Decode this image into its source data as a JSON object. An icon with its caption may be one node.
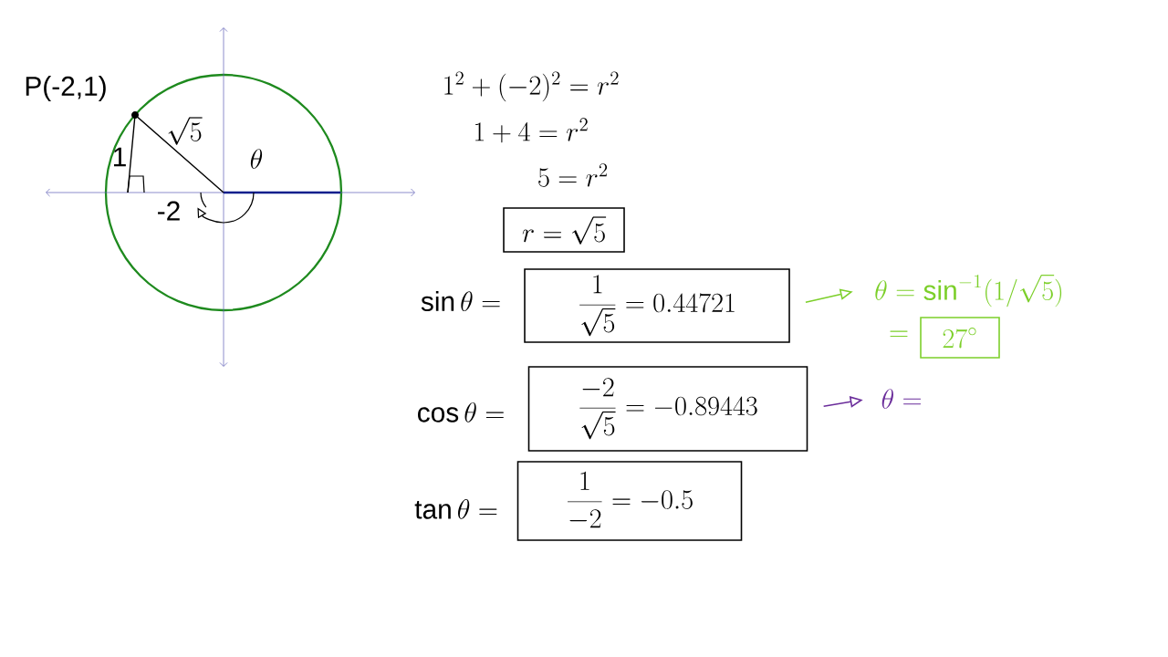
{
  "diagram": {
    "nodes": [
      {
        "text": [
          "r = \\sqrt{5}"
        ]
      },
      {
        "text": [
          "\\frac{1}{\\sqrt{5}} = 0.44721"
        ],
        "beside": [
          "\\sin\\theta ="
        ]
      },
      {
        "text": [
          "\\theta = \\sin^{-1}(1/\\sqrt{5})"
        ]
      },
      {
        "text": [
          "27^{\\circ}"
        ],
        "beside": [
          "="
        ]
      },
      {
        "text": [
          "\\frac{-2}{\\sqrt{5}} = -0.89443"
        ],
        "beside": [
          "\\cos\\theta ="
        ]
      },
      {
        "text": [
          "\\theta ="
        ]
      },
      {
        "text": [
          "\\frac{1}{-2} = -0.5"
        ],
        "beside": [
          "\\tan\\theta ="
        ]
      }
    ],
    "edges": [
      {
        "from": 1,
        "to": 2,
        "arrow": "to",
        "color": "#7ccf2a"
      },
      {
        "from": 4,
        "to": 5,
        "arrow": "to",
        "color": "#6a2c9a"
      }
    ],
    "labels": [
      "P(-2,1)",
      "\\sqrt{5}",
      "1",
      "-2",
      "\\theta",
      "1^{2} + (-2)^{2} = r^{2}",
      "1 + 4 = r^{2}",
      "5 = r^{2}"
    ]
  }
}
